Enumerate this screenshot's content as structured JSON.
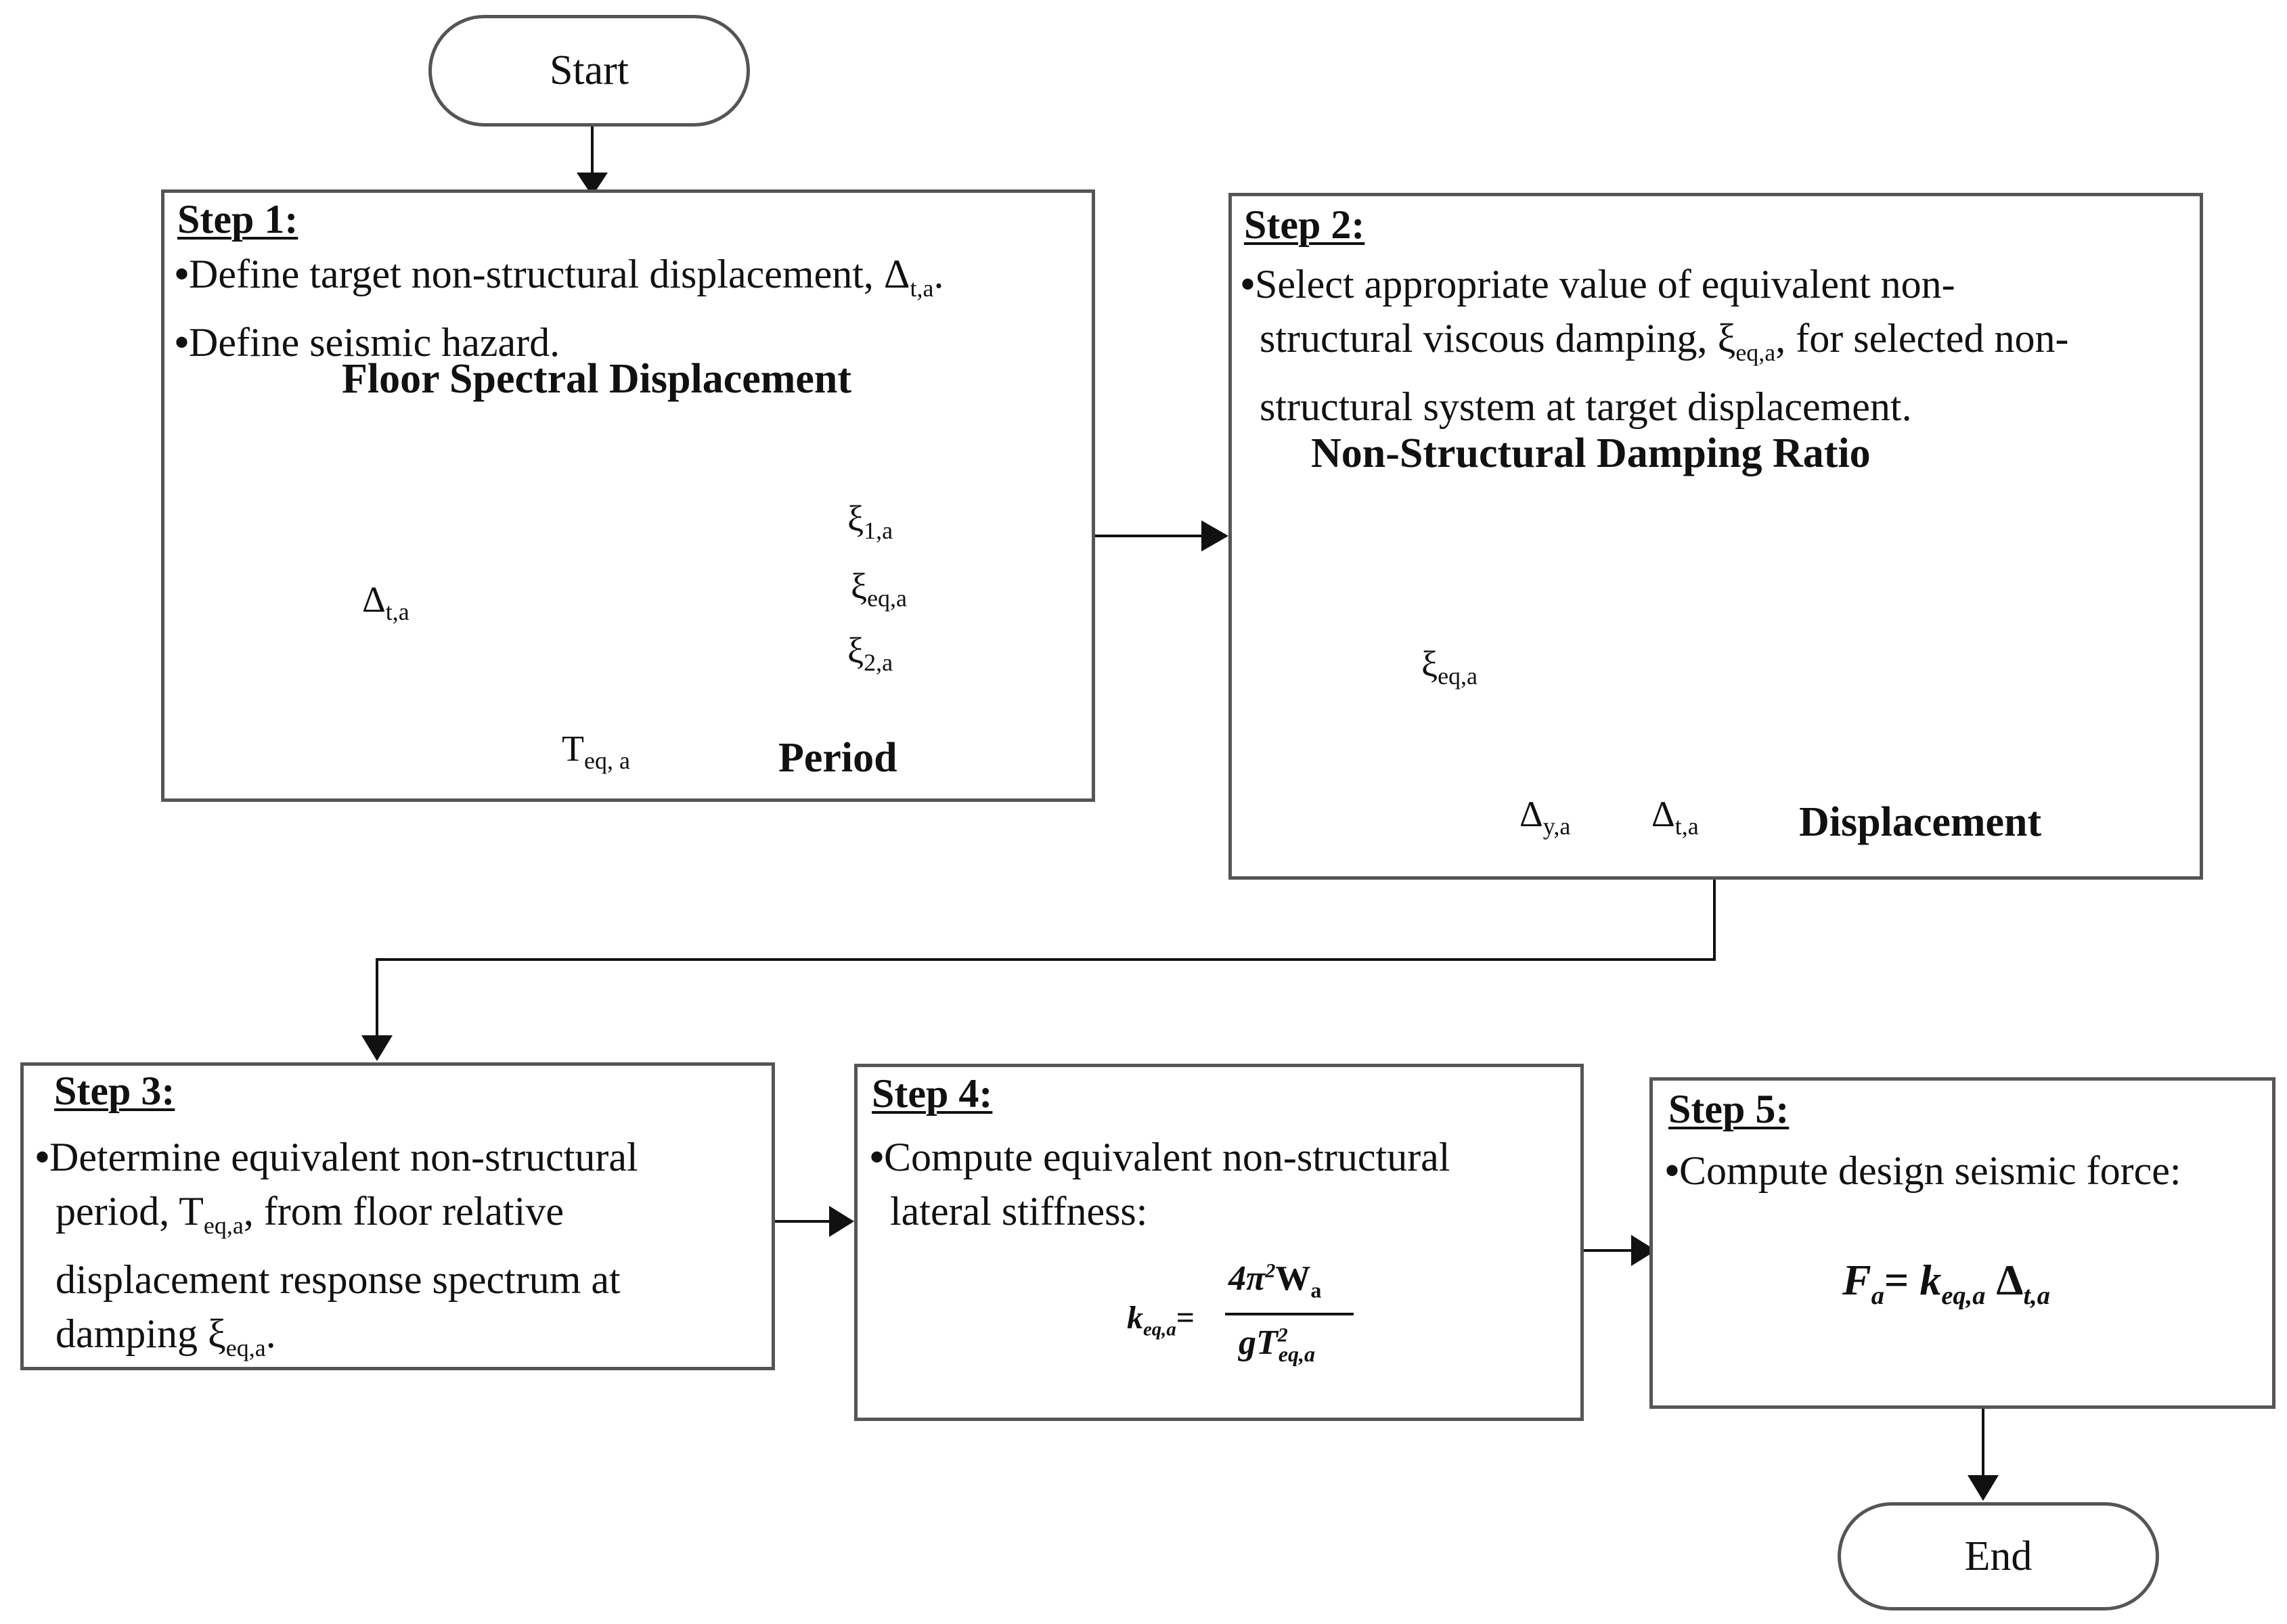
{
  "start_label": "Start",
  "end_label": "End",
  "step1": {
    "title": "Step 1:",
    "bullet1": "Define target non-structural displacement, ",
    "bullet1_sym": "Δ",
    "bullet1_sub": "t,a",
    "bullet1_end": ".",
    "bullet2": "Define seismic hazard.",
    "chart_title": "Floor Spectral Displacement",
    "x_label": "Period",
    "y_mark": "Δ",
    "y_mark_sub": "t,a",
    "x_mark": "T",
    "x_mark_sub": "eq, a",
    "curves": [
      {
        "sym": "ξ",
        "sub": "1,a"
      },
      {
        "sym": "ξ",
        "sub": "eq,a"
      },
      {
        "sym": "ξ",
        "sub": "2,a"
      }
    ]
  },
  "step2": {
    "title": "Step 2:",
    "line1": "Select appropriate value of equivalent non-",
    "line2a": "structural viscous damping, ",
    "line2_sym": "ξ",
    "line2_sub": "eq,a",
    "line2b": ", for selected non-",
    "line3": "structural system at target displacement.",
    "chart_title": "Non-Structural Damping Ratio",
    "x_label": "Displacement",
    "y_mark": "ξ",
    "y_mark_sub": "eq,a",
    "x_mark1": "Δ",
    "x_mark1_sub": "y,a",
    "x_mark2": "Δ",
    "x_mark2_sub": "t,a"
  },
  "step3": {
    "title": "Step 3:",
    "line1": "Determine equivalent non-structural",
    "line2a": "period, T",
    "line2_sub": "eq,a",
    "line2b": ", from floor relative",
    "line3": "displacement response spectrum at",
    "line4a": "damping ξ",
    "line4_sub": "eq,a",
    "line4b": "."
  },
  "step4": {
    "title": "Step 4:",
    "line1": "Compute equivalent non-structural",
    "line2": "lateral stiffness:",
    "formula_lhs": "k",
    "formula_lhs_sub": "eq,a",
    "formula_eq": "=",
    "formula_num": "4π",
    "formula_num_sup": "2",
    "formula_num_w": "W",
    "formula_num_w_sub": "a",
    "formula_den": "gT",
    "formula_den_sup": "2",
    "formula_den_sub": "eq,a"
  },
  "step5": {
    "title": "Step 5:",
    "line1": "Compute design seismic force:",
    "formula_f": "F",
    "formula_f_sub": "a",
    "formula_eq": "=",
    "formula_k": "k",
    "formula_k_sub": "eq,a",
    "formula_d": "Δ",
    "formula_d_sub": "t,a"
  },
  "colors": {
    "border": "#555555",
    "curve": "#111111"
  }
}
